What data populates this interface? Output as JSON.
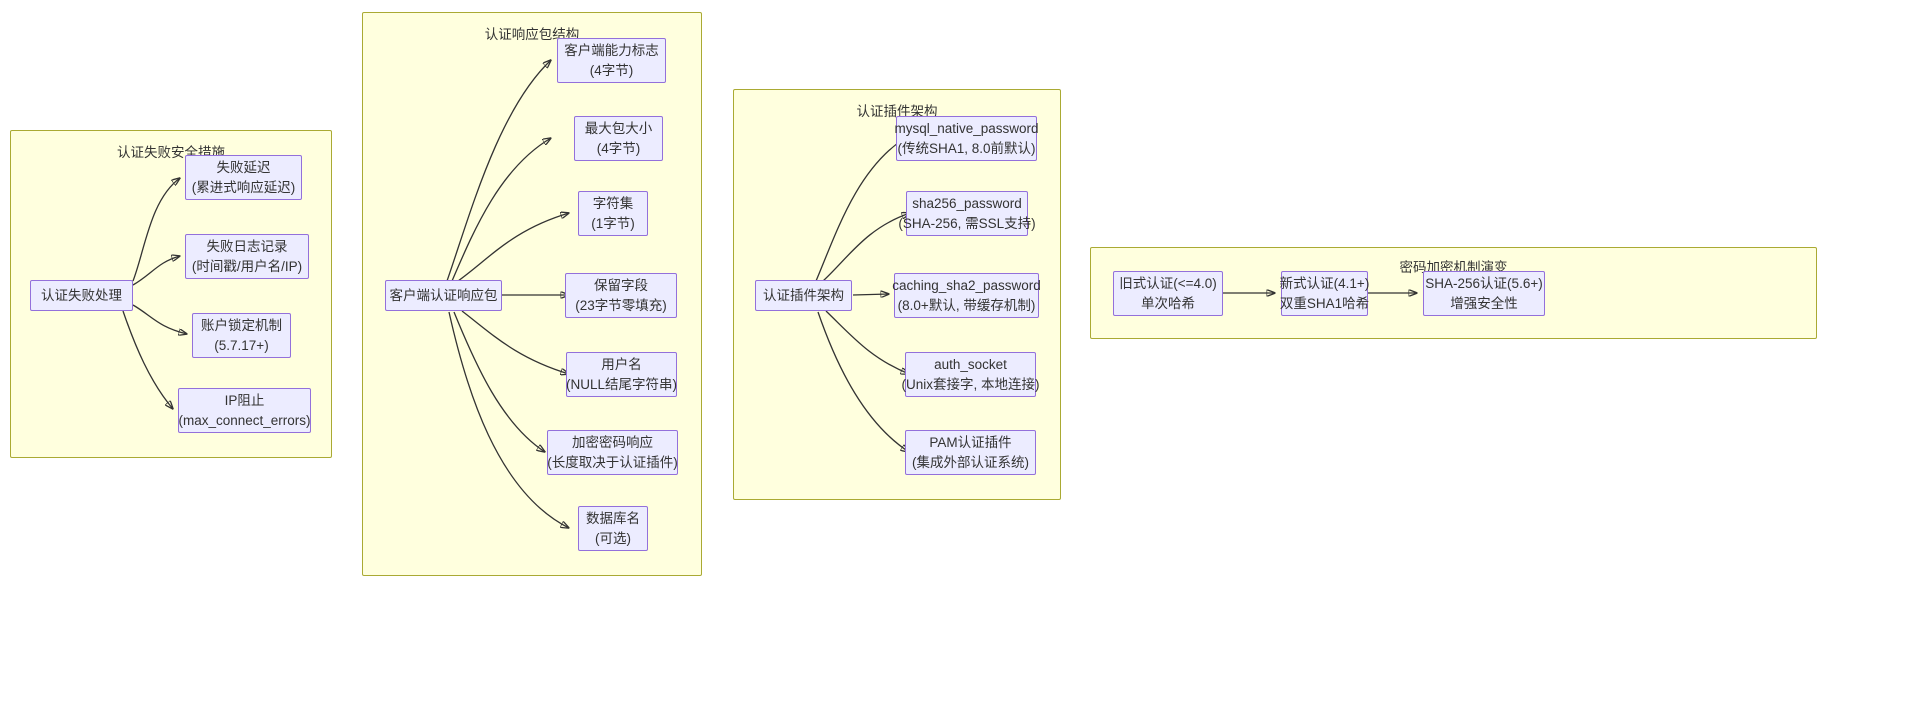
{
  "diagram": {
    "type": "flowchart",
    "theme": {
      "subgraph_fill": "#ffffde",
      "subgraph_stroke": "#aaaa33",
      "node_fill": "#ececff",
      "node_stroke": "#9370db",
      "edge_stroke": "#333333",
      "text_color": "#333333",
      "background": "#ffffff"
    },
    "panels": [
      {
        "id": "panel-auth-failure",
        "title": "认证失败安全措施",
        "root": {
          "id": "auth-failure-root",
          "line1": "认证失败处理",
          "line2": ""
        },
        "children": [
          {
            "id": "fail-delay",
            "line1": "失败延迟",
            "line2": "(累进式响应延迟)"
          },
          {
            "id": "fail-log",
            "line1": "失败日志记录",
            "line2": "(时间戳/用户名/IP)"
          },
          {
            "id": "account-lock",
            "line1": "账户锁定机制",
            "line2": "(5.7.17+)"
          },
          {
            "id": "ip-block",
            "line1": "IP阻止",
            "line2": "(max_connect_errors)"
          }
        ]
      },
      {
        "id": "panel-response-packet",
        "title": "认证响应包结构",
        "root": {
          "id": "client-auth-response",
          "line1": "客户端认证响应包",
          "line2": ""
        },
        "children": [
          {
            "id": "capability-flags",
            "line1": "客户端能力标志",
            "line2": "(4字节)"
          },
          {
            "id": "max-packet-size",
            "line1": "最大包大小",
            "line2": "(4字节)"
          },
          {
            "id": "charset",
            "line1": "字符集",
            "line2": "(1字节)"
          },
          {
            "id": "reserved-field",
            "line1": "保留字段",
            "line2": "(23字节零填充)"
          },
          {
            "id": "username",
            "line1": "用户名",
            "line2": "(NULL结尾字符串)"
          },
          {
            "id": "encrypted-password",
            "line1": "加密密码响应",
            "line2": "(长度取决于认证插件)"
          },
          {
            "id": "database-name",
            "line1": "数据库名",
            "line2": "(可选)"
          }
        ]
      },
      {
        "id": "panel-plugin-architecture",
        "title": "认证插件架构",
        "root": {
          "id": "plugin-root",
          "line1": "认证插件架构",
          "line2": ""
        },
        "children": [
          {
            "id": "mysql-native-password",
            "line1": "mysql_native_password",
            "line2": "(传统SHA1, 8.0前默认)"
          },
          {
            "id": "sha256-password",
            "line1": "sha256_password",
            "line2": "(SHA-256, 需SSL支持)"
          },
          {
            "id": "caching-sha2-password",
            "line1": "caching_sha2_password",
            "line2": "(8.0+默认, 带缓存机制)"
          },
          {
            "id": "auth-socket",
            "line1": "auth_socket",
            "line2": "(Unix套接字, 本地连接)"
          },
          {
            "id": "pam-plugin",
            "line1": "PAM认证插件",
            "line2": "(集成外部认证系统)"
          }
        ]
      },
      {
        "id": "panel-password-evolution",
        "title": "密码加密机制演变",
        "root": null,
        "children": [
          {
            "id": "old-auth",
            "line1": "旧式认证(<=4.0)",
            "line2": "单次哈希"
          },
          {
            "id": "new-auth",
            "line1": "新式认证(4.1+)",
            "line2": "双重SHA1哈希"
          },
          {
            "id": "sha256-auth",
            "line1": "SHA-256认证(5.6+)",
            "line2": "增强安全性"
          }
        ]
      }
    ]
  }
}
